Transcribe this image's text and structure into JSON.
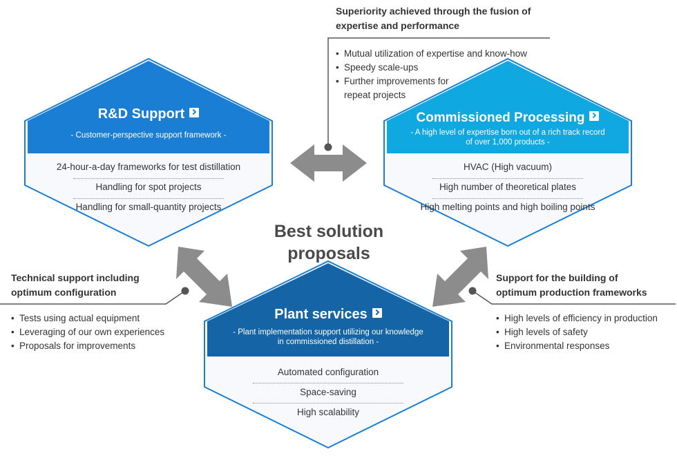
{
  "center": {
    "line1": "Best solution",
    "line2": "proposals"
  },
  "blocks": {
    "rnd": {
      "title": "R&D Support",
      "subtitle": "- Customer-perspective support framework -",
      "items": [
        "24-hour-a-day frameworks for test distillation",
        "Handling for spot projects",
        "Handling for small-quantity projects"
      ],
      "color": "#1a7fd4"
    },
    "commissioned": {
      "title": "Commissioned Processing",
      "subtitle_line1": "- A high level of expertise born out of a rich track record",
      "subtitle_line2": "of over 1,000 products -",
      "items": [
        "HVAC (High vacuum)",
        "High number of theoretical plates",
        "High melting points and high boiling points"
      ],
      "color": "#10a8e0"
    },
    "plant": {
      "title": "Plant services",
      "subtitle_line1": "- Plant implementation support utilizing our knowledge",
      "subtitle_line2": "in commissioned distillation -",
      "items": [
        "Automated configuration",
        "Space-saving",
        "High scalability"
      ],
      "color": "#1565a6"
    }
  },
  "notes": {
    "top": {
      "title_line1": "Superiority achieved through the fusion of",
      "title_line2": "expertise and performance",
      "bullets": [
        "Mutual utilization of expertise and know-how",
        "Speedy scale-ups",
        "Further improvements for",
        "repeat projects"
      ]
    },
    "left": {
      "title_line1": "Technical support including",
      "title_line2": "optimum configuration",
      "bullets": [
        "Tests using actual equipment",
        "Leveraging of our own experiences",
        "Proposals for improvements"
      ]
    },
    "right": {
      "title_line1": "Support for the building of",
      "title_line2": "optimum production frameworks",
      "bullets": [
        "High levels of efficiency in production",
        "High levels of safety",
        "Environmental responses"
      ]
    }
  },
  "colors": {
    "arrow": "#8c8c8c",
    "hex_border": "#1a7fd4",
    "hex_body": "#f7f9fc",
    "dots": "#8a8a8a"
  }
}
